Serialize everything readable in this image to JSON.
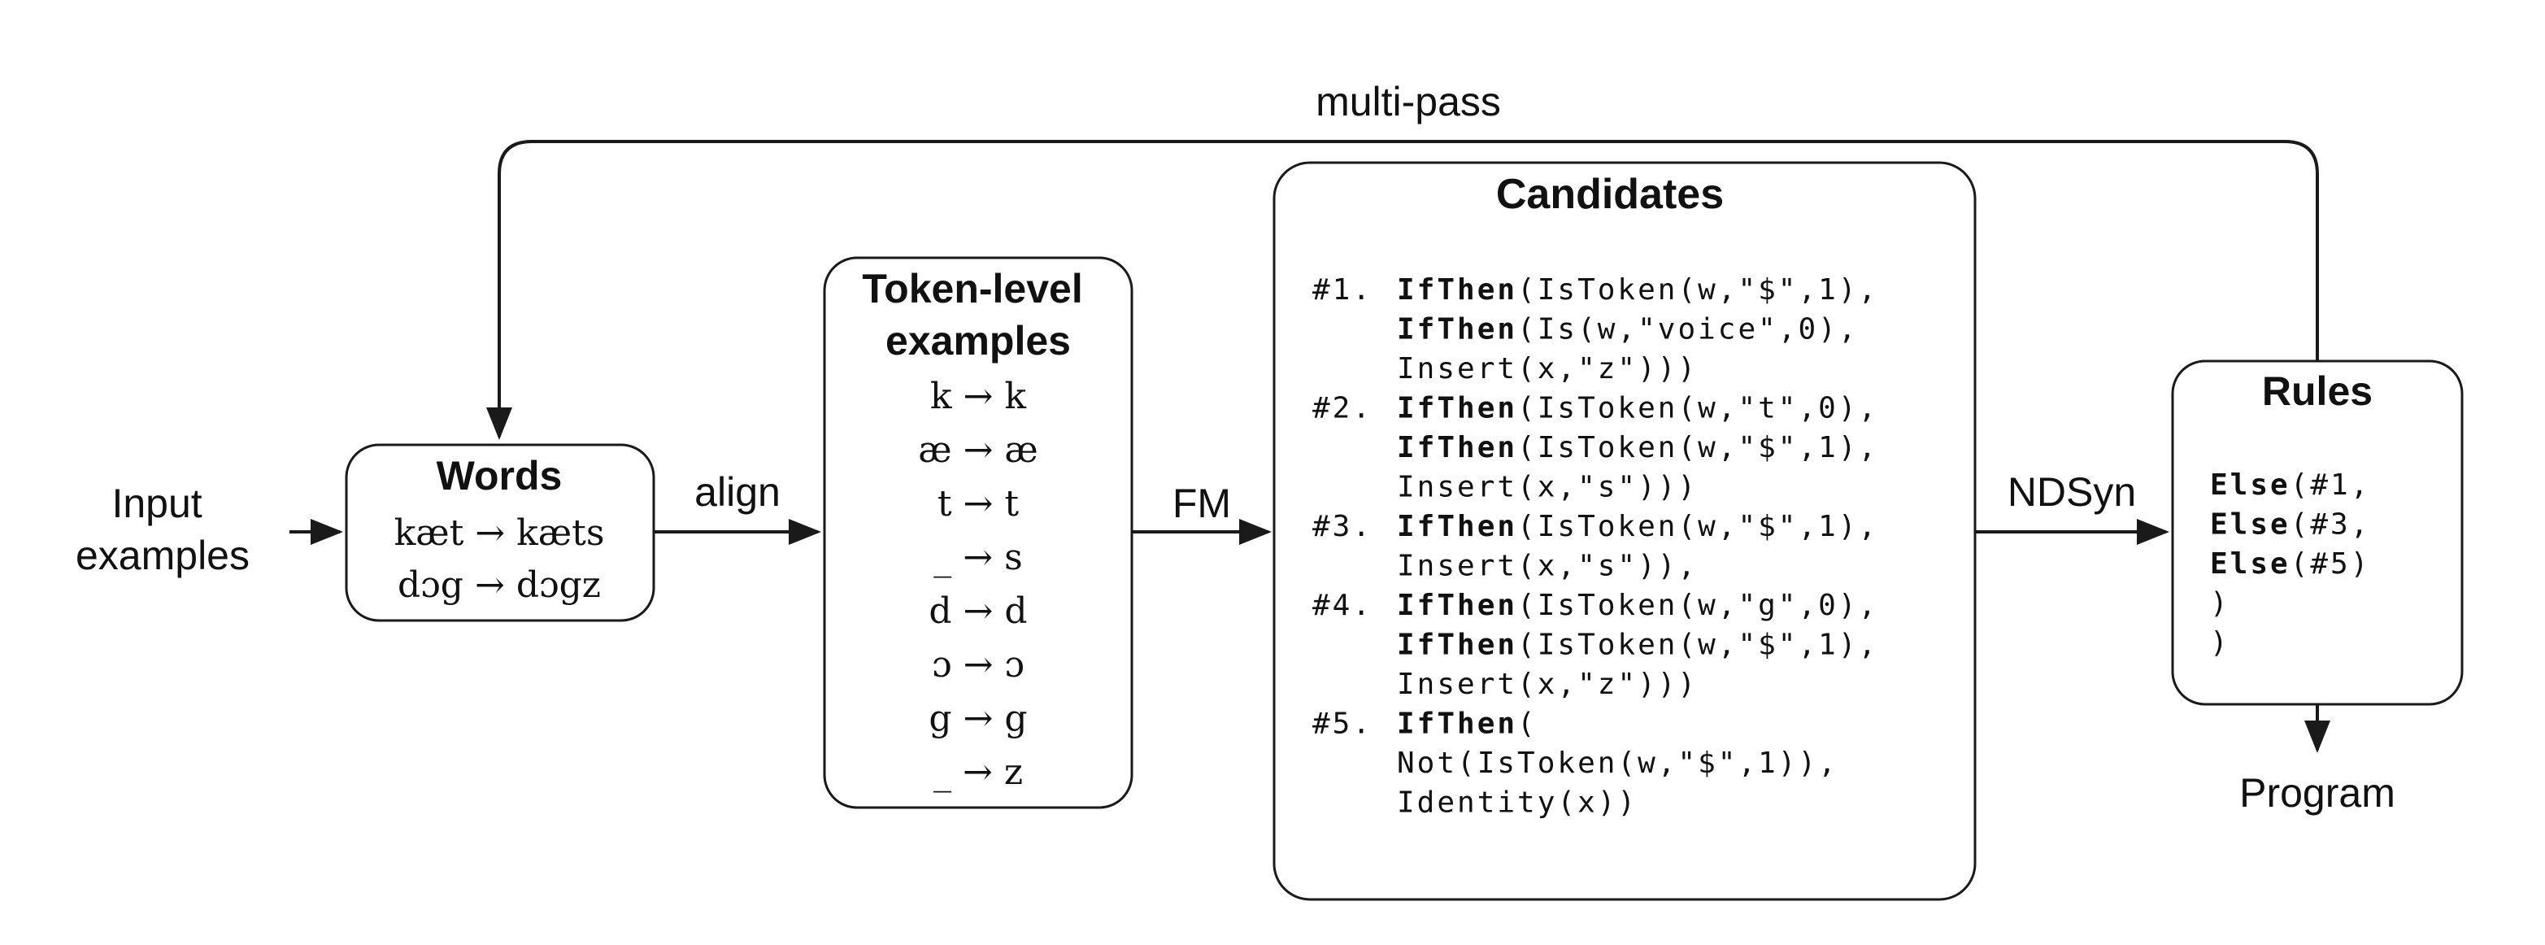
{
  "labels": {
    "input_line1": "Input",
    "input_line2": "examples",
    "align": "align",
    "fm": "FM",
    "ndsyn": "NDSyn",
    "multi_pass": "multi-pass",
    "program": "Program"
  },
  "words": {
    "title": "Words",
    "examples": [
      "kæt → kæts",
      "dɔg → dɔgz"
    ]
  },
  "token_level": {
    "title_line1": "Token-level",
    "title_line2": "examples",
    "pairs": [
      "k → k",
      "æ → æ",
      "t → t",
      "_ → s",
      "d → d",
      "ɔ → ɔ",
      "g → g",
      "_ → z"
    ]
  },
  "candidates": {
    "title": "Candidates",
    "items": [
      {
        "num": "#1.",
        "lines": [
          [
            {
              "t": "IfThen",
              "b": true
            },
            {
              "t": "(IsToken(w,\"$\",1),"
            }
          ],
          [
            {
              "t": " "
            },
            {
              "t": "IfThen",
              "b": true
            },
            {
              "t": "(Is(w,\"voice\",0),"
            }
          ],
          [
            {
              "t": "  Insert(x,\"z\")))"
            }
          ]
        ]
      },
      {
        "num": "#2.",
        "lines": [
          [
            {
              "t": "IfThen",
              "b": true
            },
            {
              "t": "(IsToken(w,\"t\",0),"
            }
          ],
          [
            {
              "t": " "
            },
            {
              "t": "IfThen",
              "b": true
            },
            {
              "t": "(IsToken(w,\"$\",1),"
            }
          ],
          [
            {
              "t": "  Insert(x,\"s\")))"
            }
          ]
        ]
      },
      {
        "num": "#3.",
        "lines": [
          [
            {
              "t": "IfThen",
              "b": true
            },
            {
              "t": "(IsToken(w,\"$\",1),"
            }
          ],
          [
            {
              "t": " Insert(x,\"s\")),"
            }
          ]
        ]
      },
      {
        "num": "#4.",
        "lines": [
          [
            {
              "t": "IfThen",
              "b": true
            },
            {
              "t": "(IsToken(w,\"g\",0),"
            }
          ],
          [
            {
              "t": " "
            },
            {
              "t": "IfThen",
              "b": true
            },
            {
              "t": "(IsToken(w,\"$\",1),"
            }
          ],
          [
            {
              "t": "  Insert(x,\"z\")))"
            }
          ]
        ]
      },
      {
        "num": "#5.",
        "lines": [
          [
            {
              "t": "IfThen",
              "b": true
            },
            {
              "t": "("
            }
          ],
          [
            {
              "t": "  Not(IsToken(w,\"$\",1)),"
            }
          ],
          [
            {
              "t": " Identity(x))"
            }
          ]
        ]
      }
    ]
  },
  "rules": {
    "title": "Rules",
    "lines": [
      [
        {
          "t": "Else",
          "b": true
        },
        {
          "t": "(#1,"
        }
      ],
      [
        {
          "t": " "
        },
        {
          "t": "Else",
          "b": true
        },
        {
          "t": "(#3,"
        }
      ],
      [
        {
          "t": "  "
        },
        {
          "t": "Else",
          "b": true
        },
        {
          "t": "(#5)"
        }
      ],
      [
        {
          "t": "  )"
        }
      ],
      [
        {
          "t": ")"
        }
      ]
    ]
  }
}
